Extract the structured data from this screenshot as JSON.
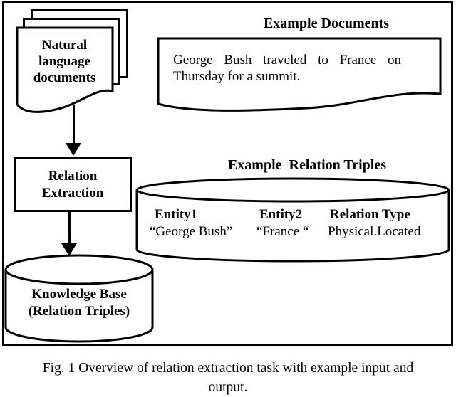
{
  "colors": {
    "ink": "#000000",
    "paper": "#ffffff"
  },
  "pipeline": {
    "documents_label": "Natural language documents",
    "process_label": "Relation Extraction",
    "kb_label": "Knowledge Base (Relation Triples)"
  },
  "example_documents": {
    "heading": "Example Documents",
    "sentence_line1": "George Bush traveled to France on",
    "sentence_line2": "Thursday for a summit."
  },
  "example_triples": {
    "heading": "Example  Relation Triples",
    "columns": [
      "Entity1",
      "Entity2",
      "Relation Type"
    ],
    "row": [
      "“George Bush”",
      "“France “",
      "Physical.Located"
    ]
  },
  "caption": {
    "line1": "Fig. 1 Overview of relation extraction task with example input and",
    "line2": "output."
  }
}
